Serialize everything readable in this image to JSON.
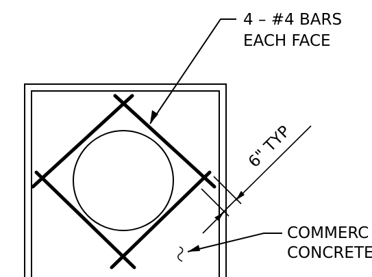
{
  "annotations": {
    "bars_line1": "4 – #4 BARS",
    "bars_line2": "EACH FACE",
    "spacing": "6\" TYP",
    "concrete_line1": "COMMERC",
    "concrete_line2": "CONCRETE"
  }
}
